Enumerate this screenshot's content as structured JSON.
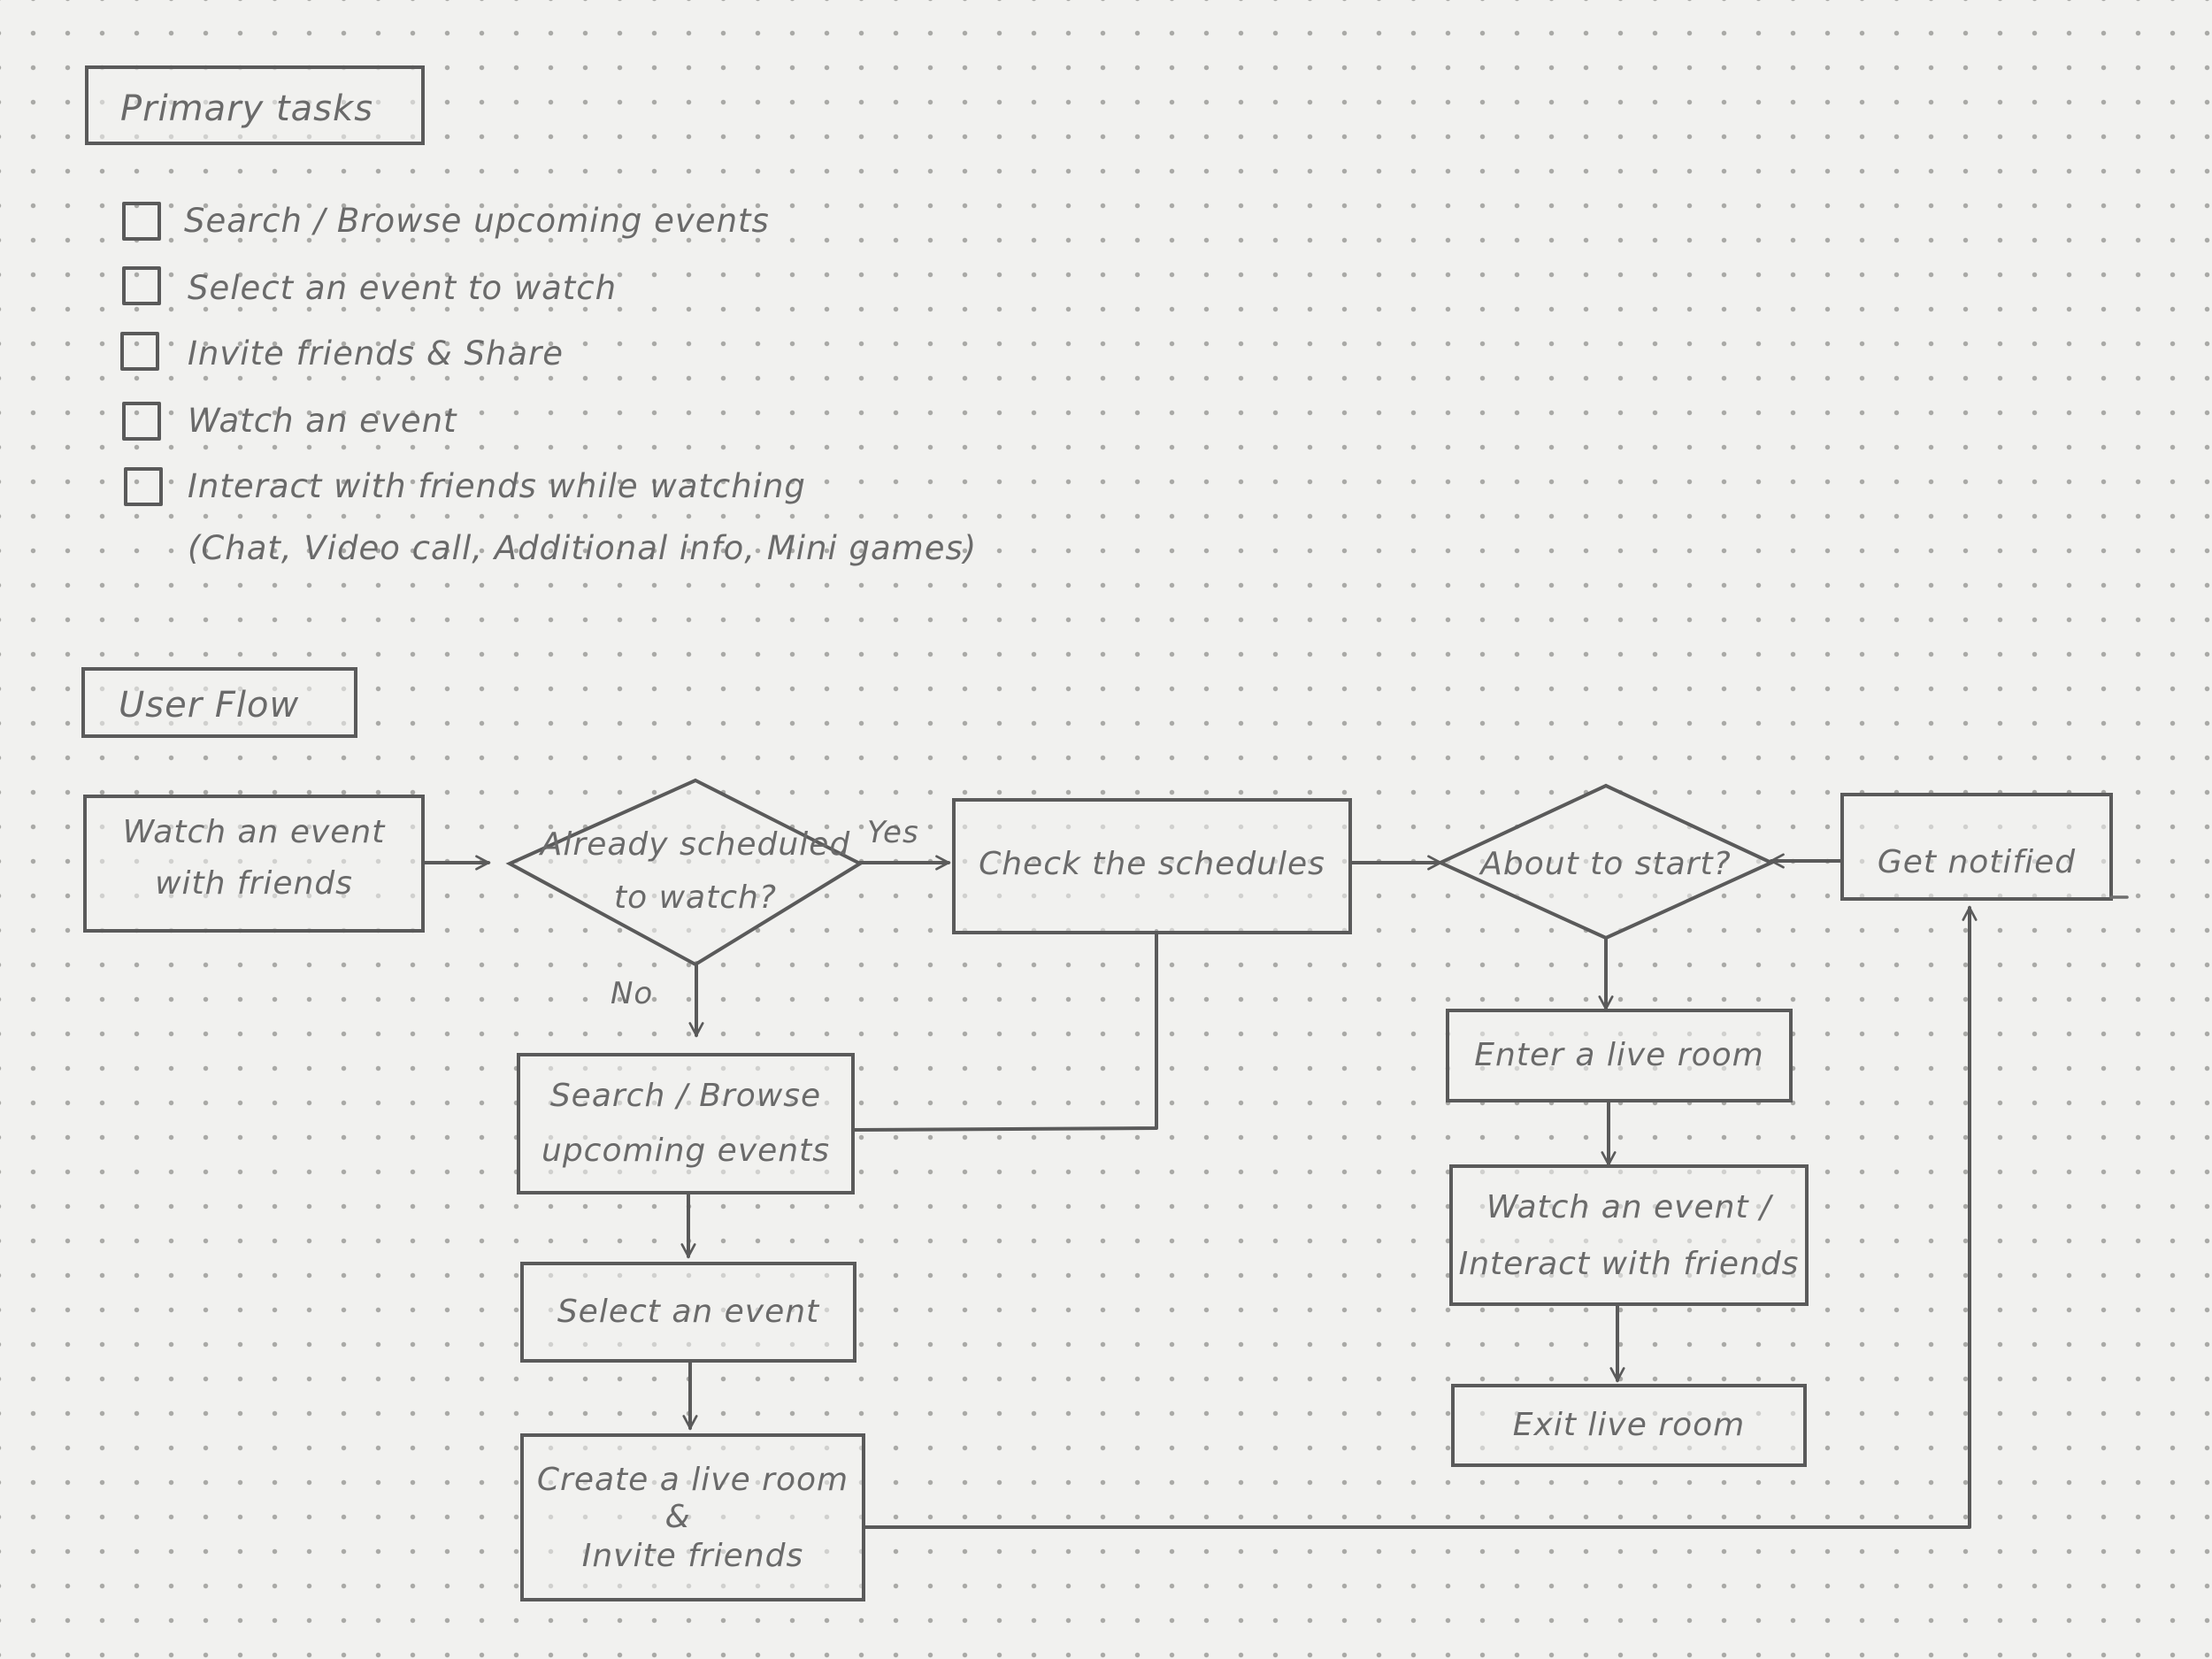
{
  "primary_tasks": {
    "heading": "Primary tasks",
    "items": [
      "Search / Browse upcoming events",
      "Select an event to watch",
      "Invite friends & Share",
      "Watch an event",
      "Interact with friends while watching"
    ],
    "note": "(Chat, Video call, Additional info, Mini games)"
  },
  "user_flow": {
    "heading": "User Flow",
    "nodes": {
      "start": [
        "Watch an event",
        "with friends"
      ],
      "already_scheduled": [
        "Already scheduled",
        "to watch?"
      ],
      "check_schedules": [
        "Check the schedules"
      ],
      "about_to_start": [
        "About to start?"
      ],
      "get_notified": [
        "Get notified"
      ],
      "search_browse": [
        "Search / Browse",
        "upcoming events"
      ],
      "select_event": [
        "Select an event"
      ],
      "create_room": [
        "Create a live room",
        "&",
        "Invite friends"
      ],
      "enter_room": [
        "Enter a live room"
      ],
      "watch_interact": [
        "Watch an event /",
        "Interact with friends"
      ],
      "exit_room": [
        "Exit live room"
      ]
    },
    "edge_labels": {
      "yes": "Yes",
      "no": "No"
    }
  }
}
